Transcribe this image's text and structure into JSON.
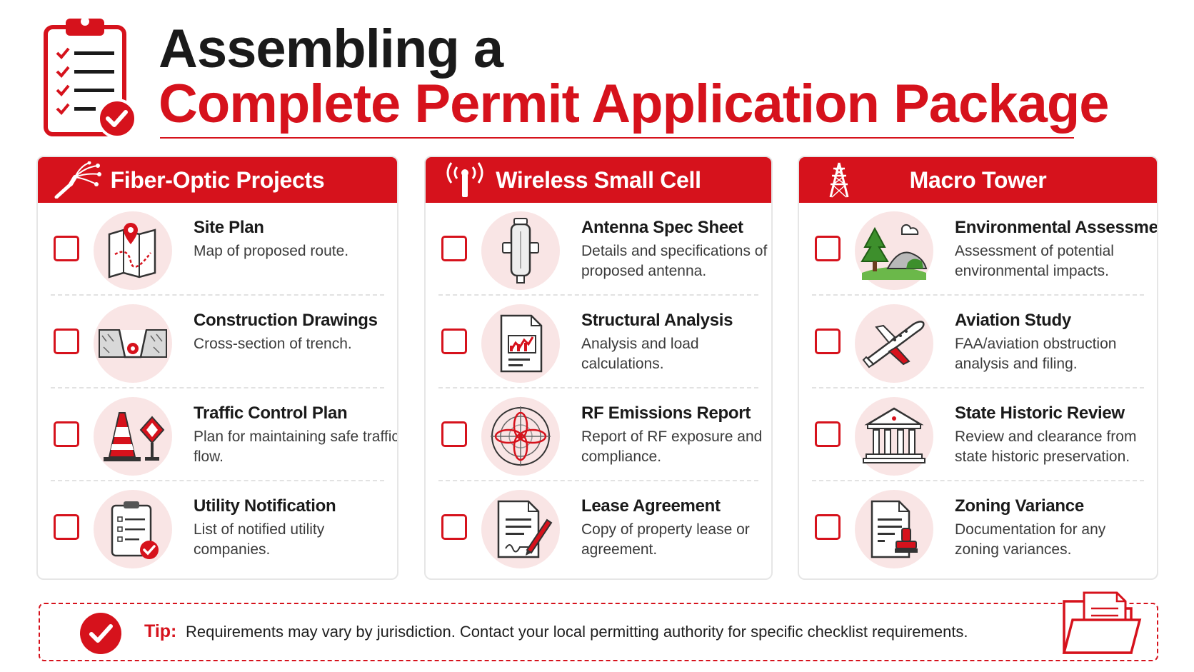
{
  "title": {
    "line1": "Assembling a",
    "line2": "Complete Permit Application Package"
  },
  "colors": {
    "accent": "#d6121c",
    "icon_bg": "#f9e5e5",
    "text_dark": "#1a1a1a"
  },
  "columns": [
    {
      "title": "Fiber-Optic Projects",
      "icon": "fiber-optic-icon",
      "items": [
        {
          "title": "Site Plan",
          "desc": "Map of proposed route.",
          "icon": "map-pin-icon"
        },
        {
          "title": "Construction Drawings",
          "desc": "Cross-section of trench.",
          "icon": "trench-cross-section-icon"
        },
        {
          "title": "Traffic Control Plan",
          "desc": "Plan for maintaining safe traffic flow.",
          "icon": "traffic-cone-icon"
        },
        {
          "title": "Utility Notification",
          "desc": "List of notified utility companies.",
          "icon": "clipboard-check-icon"
        }
      ]
    },
    {
      "title": "Wireless Small Cell",
      "icon": "antenna-signal-icon",
      "items": [
        {
          "title": "Antenna Spec Sheet",
          "desc": "Details and specifications of proposed antenna.",
          "icon": "antenna-icon"
        },
        {
          "title": "Structural Analysis",
          "desc": "Analysis and load calculations.",
          "icon": "document-chart-icon"
        },
        {
          "title": "RF Emissions Report",
          "desc": "Report of RF exposure and compliance.",
          "icon": "rf-pattern-icon"
        },
        {
          "title": "Lease Agreement",
          "desc": "Copy of property lease or agreement.",
          "icon": "document-signature-icon"
        }
      ]
    },
    {
      "title": "Macro Tower",
      "icon": "lattice-tower-icon",
      "items": [
        {
          "title": "Environmental Assessment",
          "desc": "Assessment of potential environmental impacts.",
          "icon": "landscape-tree-icon"
        },
        {
          "title": "Aviation Study",
          "desc": "FAA/aviation obstruction analysis and filing.",
          "icon": "airplane-icon"
        },
        {
          "title": "State Historic Review",
          "desc": "Review and clearance from state historic preservation.",
          "icon": "historic-building-icon"
        },
        {
          "title": "Zoning Variance",
          "desc": "Documentation for any zoning variances.",
          "icon": "document-stamp-icon"
        }
      ]
    }
  ],
  "tip": {
    "label": "Tip:",
    "text": "Requirements may vary by jurisdiction. Contact your local permitting authority for specific checklist requirements."
  }
}
